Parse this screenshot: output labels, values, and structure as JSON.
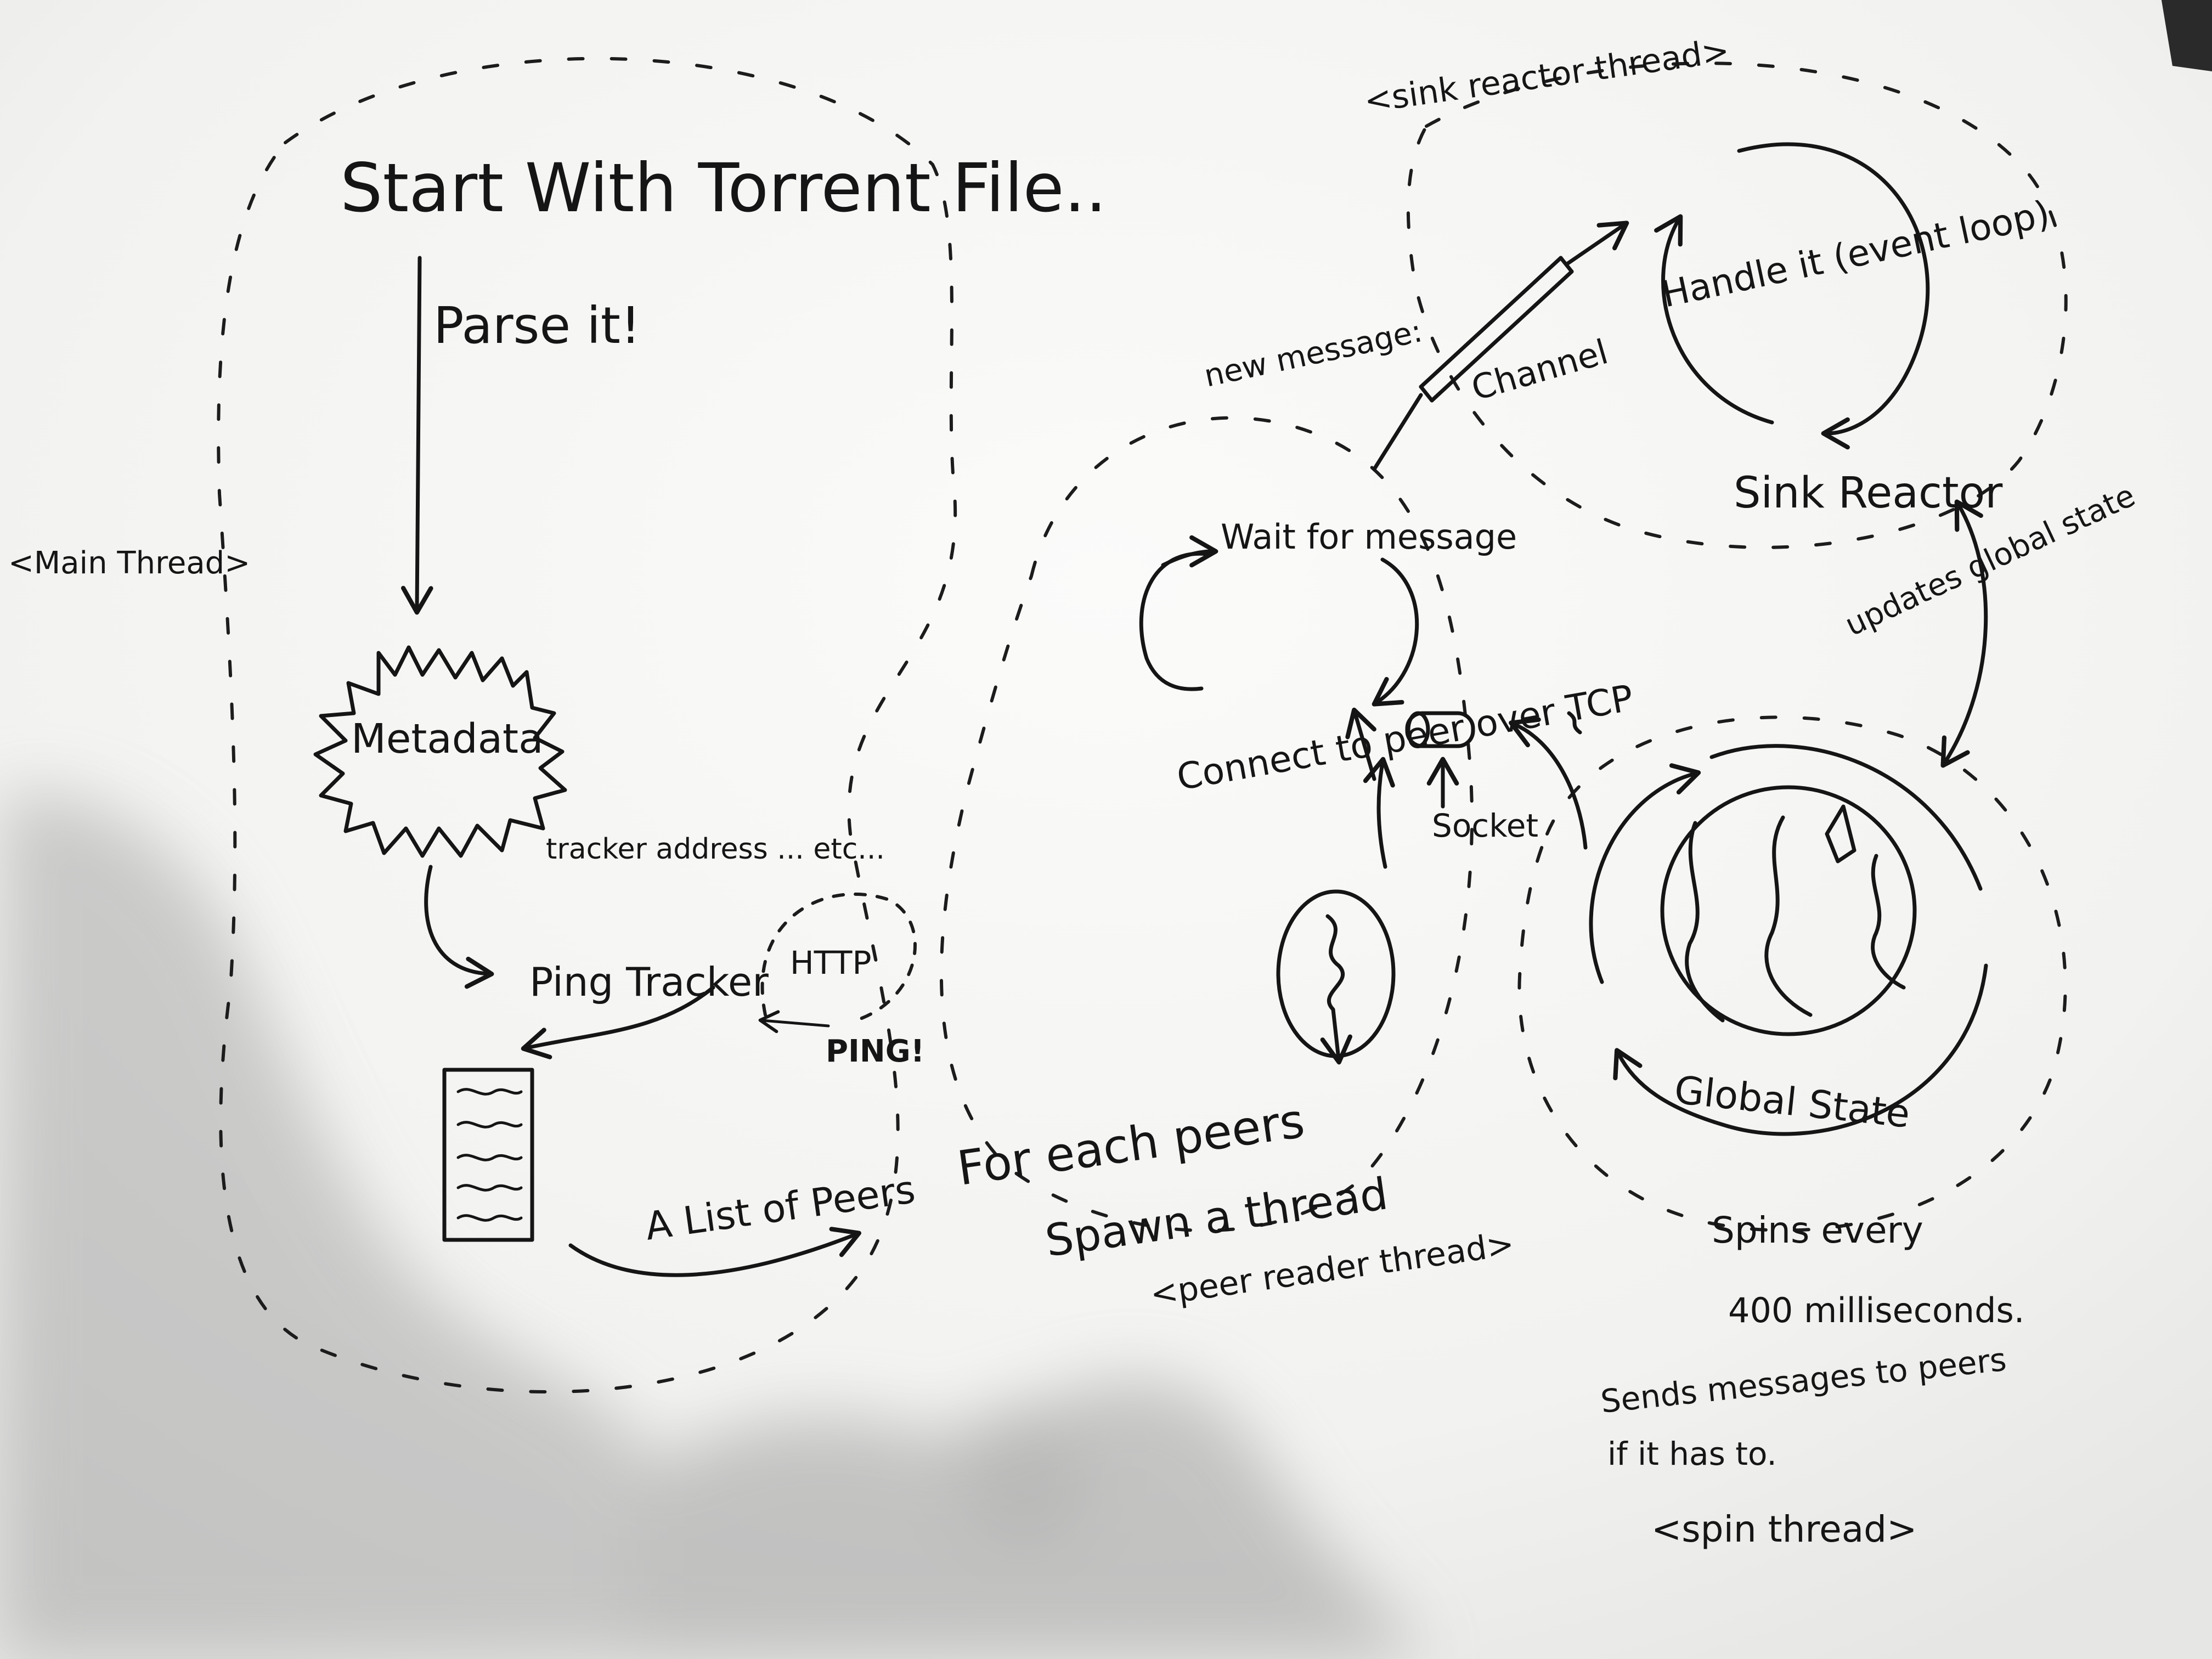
{
  "main_thread": {
    "tag": "<Main Thread>",
    "start": "Start With Torrent File..",
    "parse": "Parse it!",
    "metadata": "Metadata",
    "tracker_note": "tracker address ... etc...",
    "ping_tracker": "Ping Tracker",
    "http": "HTTP",
    "ping": "PING!",
    "peer_list": "A List of Peers"
  },
  "peer_reader": {
    "wait": "Wait for message",
    "connect": "Connect to peer over TCP",
    "socket": "Socket",
    "for_each": "For each peers",
    "spawn": "Spawn a thread",
    "tag": "<peer reader thread>"
  },
  "sink_reactor": {
    "tag": "<sink reactor thread>",
    "new_message": "new message:",
    "channel": "Channel",
    "handle": "Handle it (event loop)",
    "title": "Sink Reactor",
    "updates": "updates global state"
  },
  "spin": {
    "global_state": "Global State",
    "spins": "Spins every",
    "interval": "400 milliseconds.",
    "sends": "Sends messages to peers",
    "if": "if it has to.",
    "tag": "<spin thread>"
  },
  "colors": {
    "ink": "#151515",
    "paper": "#f6f6f4",
    "shadow": "#b4b4b4"
  },
  "icons": [
    "document-list-icon",
    "globe-icon",
    "socket-icon",
    "channel-pipe-icon",
    "thread-bubble-icon"
  ]
}
